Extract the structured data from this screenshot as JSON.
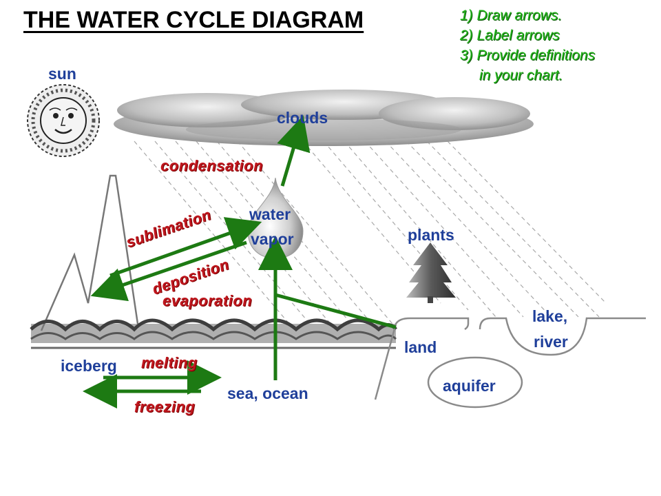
{
  "title": "THE WATER CYCLE DIAGRAM",
  "instructions": [
    "1) Draw arrows.",
    "2) Label arrows",
    "3) Provide definitions",
    "in your chart."
  ],
  "labels": {
    "sun": "sun",
    "clouds": "clouds",
    "water_vapor_1": "water",
    "water_vapor_2": "vapor",
    "plants": "plants",
    "lake_river_1": "lake,",
    "lake_river_2": "river",
    "land": "land",
    "aquifer": "aquifer",
    "iceberg": "iceberg",
    "sea_ocean": "sea, ocean"
  },
  "processes": {
    "condensation": "condensation",
    "sublimation": "sublimation",
    "deposition": "deposition",
    "evaporation": "evaporation",
    "melting": "melting",
    "freezing": "freezing"
  },
  "colors": {
    "label_blue": "#1f3f9a",
    "process_red": "#c0171e",
    "instruction_green": "#22b51a",
    "arrow_green": "#1d7a13"
  }
}
